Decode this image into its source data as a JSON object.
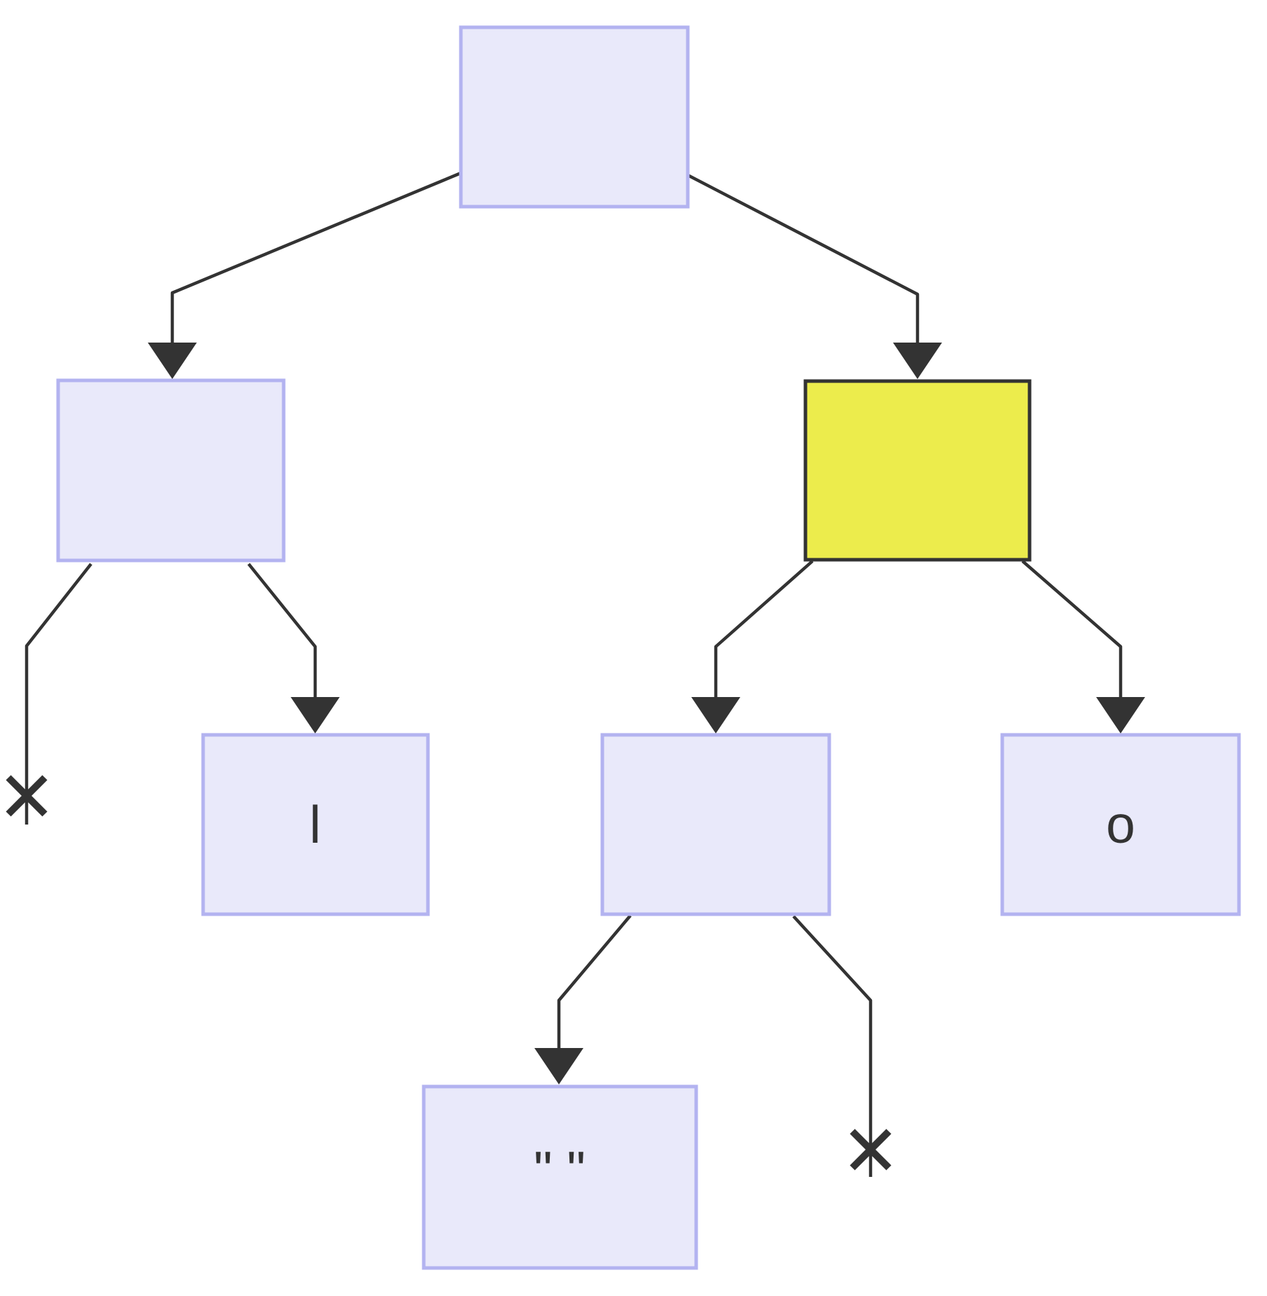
{
  "diagram": {
    "type": "binary-tree",
    "background": "#ffffff",
    "edge_color": "#333333",
    "node_style": {
      "default_fill": "#e9e9fa",
      "default_stroke": "#b3b3f0",
      "highlight_fill": "#ecec4c",
      "highlight_stroke": "#333333",
      "text_color": "#333333"
    },
    "nodes": [
      {
        "id": "root",
        "label": "",
        "style": "default"
      },
      {
        "id": "left-child",
        "label": "",
        "style": "default"
      },
      {
        "id": "right-child",
        "label": "",
        "style": "highlight"
      },
      {
        "id": "left-right-grandchild",
        "label": "l",
        "style": "default"
      },
      {
        "id": "right-left-grandchild",
        "label": "",
        "style": "default"
      },
      {
        "id": "right-right-grandchild",
        "label": "o",
        "style": "default"
      },
      {
        "id": "leaf-quoted-space",
        "label": "\" \"",
        "style": "default"
      }
    ],
    "edges": [
      {
        "from": "root",
        "to": "left-child",
        "end": "arrow"
      },
      {
        "from": "root",
        "to": "right-child",
        "end": "arrow"
      },
      {
        "from": "left-child",
        "to": "null",
        "end": "cross"
      },
      {
        "from": "left-child",
        "to": "left-right-grandchild",
        "end": "arrow"
      },
      {
        "from": "right-child",
        "to": "right-left-grandchild",
        "end": "arrow"
      },
      {
        "from": "right-child",
        "to": "right-right-grandchild",
        "end": "arrow"
      },
      {
        "from": "right-left-grandchild",
        "to": "leaf-quoted-space",
        "end": "arrow"
      },
      {
        "from": "right-left-grandchild",
        "to": "null",
        "end": "cross"
      }
    ]
  }
}
